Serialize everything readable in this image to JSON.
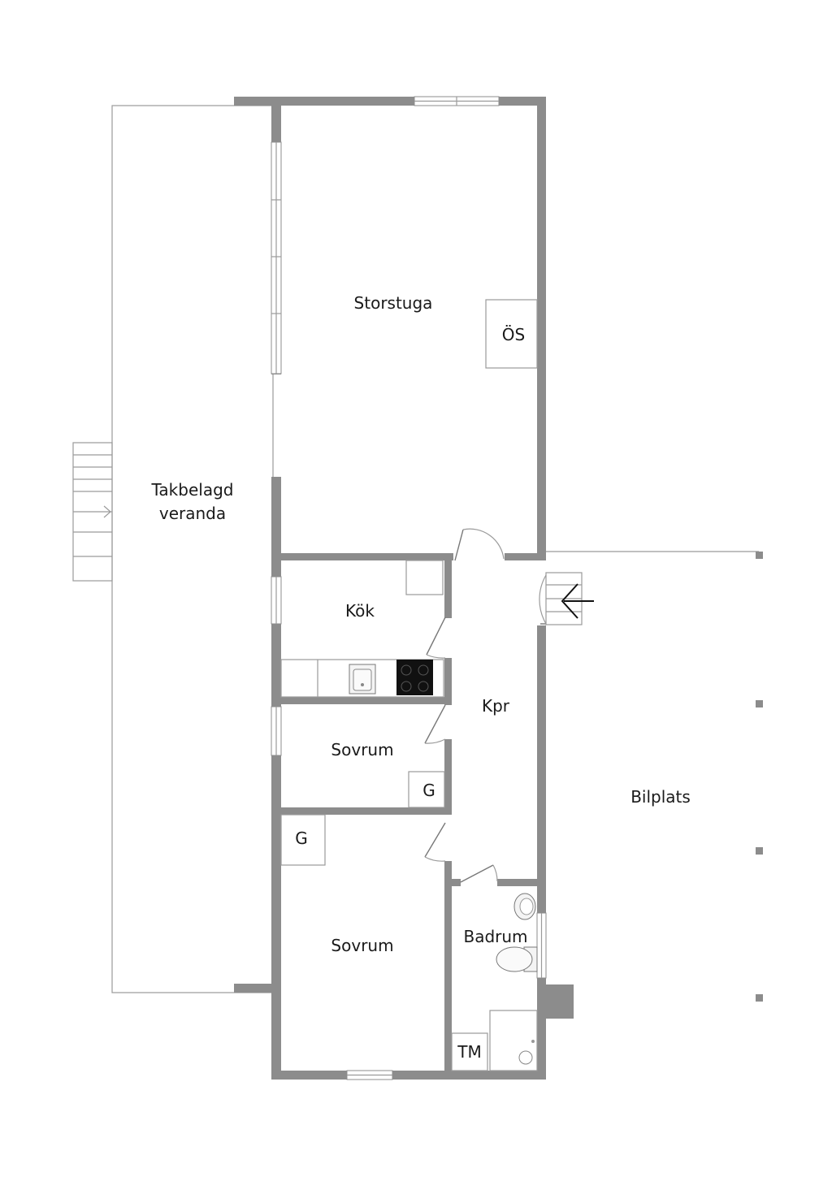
{
  "rooms": {
    "storstuga": "Storstuga",
    "oppen_spis": "ÖS",
    "veranda_line1": "Takbelagd",
    "veranda_line2": "veranda",
    "kok": "Kök",
    "kpr": "Kpr",
    "sovrum1": "Sovrum",
    "sovrum2": "Sovrum",
    "garderob1": "G",
    "garderob2": "G",
    "badrum": "Badrum",
    "tvattmaskin": "TM",
    "bilplats": "Bilplats"
  },
  "colors": {
    "wall": "#8c8c8c",
    "outline": "#9a9a9a",
    "stove": "#111111"
  }
}
